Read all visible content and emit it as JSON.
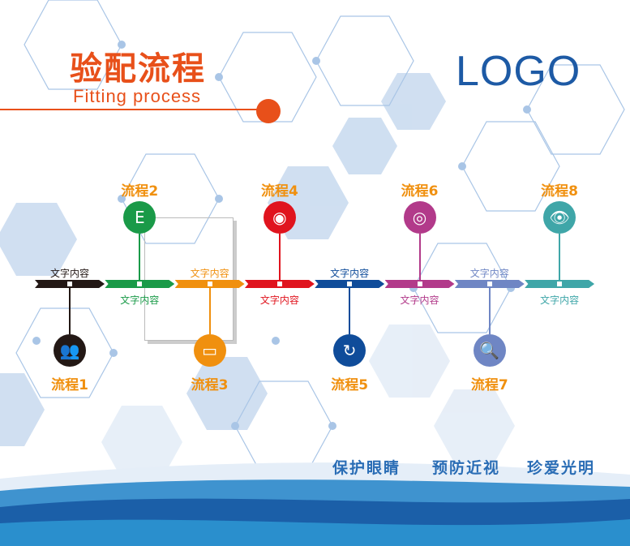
{
  "header": {
    "title_cn": "验配流程",
    "title_en": "Fitting process",
    "logo": "LOGO"
  },
  "steps": [
    {
      "label": "流程1",
      "text": "文字内容",
      "color": "#231815",
      "icon": "users-icon",
      "glyph": "👥",
      "position": "below"
    },
    {
      "label": "流程2",
      "text": "文字内容",
      "color": "#1a9a48",
      "icon": "eye-chart-icon",
      "glyph": "E",
      "position": "above"
    },
    {
      "label": "流程3",
      "text": "文字内容",
      "color": "#f0900f",
      "icon": "monitor-icon",
      "glyph": "▭",
      "position": "below"
    },
    {
      "label": "流程4",
      "text": "文字内容",
      "color": "#e0141e",
      "icon": "eyeball-icon",
      "glyph": "◉",
      "position": "above"
    },
    {
      "label": "流程5",
      "text": "文字内容",
      "color": "#0f4c9a",
      "icon": "refresh-icon",
      "glyph": "↻",
      "position": "below"
    },
    {
      "label": "流程6",
      "text": "文字内容",
      "color": "#b23a8a",
      "icon": "lens-icon",
      "glyph": "◎",
      "position": "above"
    },
    {
      "label": "流程7",
      "text": "文字内容",
      "color": "#6f86c4",
      "icon": "search-icon",
      "glyph": "🔍",
      "position": "below"
    },
    {
      "label": "流程8",
      "text": "文字内容",
      "color": "#3fa6a8",
      "icon": "eye-icon",
      "glyph": "👁",
      "position": "above"
    }
  ],
  "slogans": [
    "保护眼睛",
    "预防近视",
    "珍爱光明"
  ]
}
